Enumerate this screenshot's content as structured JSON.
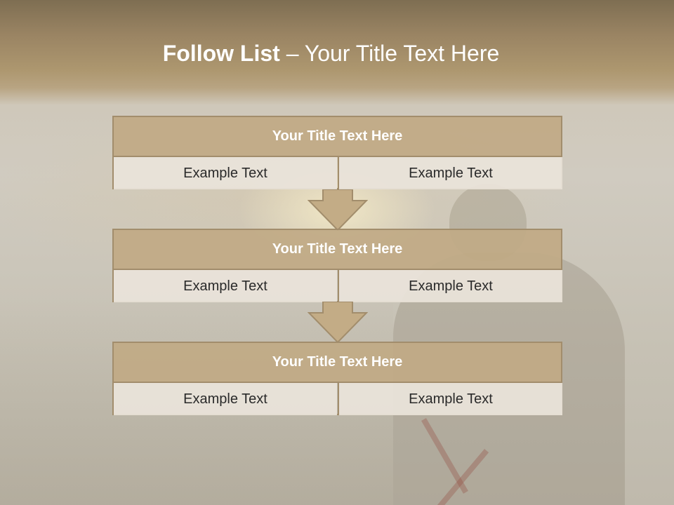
{
  "slide": {
    "title_bold": "Follow List",
    "title_rest": " – Your Title Text Here",
    "blocks": [
      {
        "title": "Your Title Text Here",
        "left_text": "Example Text",
        "right_text": "Example Text"
      },
      {
        "title": "Your Title Text Here",
        "left_text": "Example Text",
        "right_text": "Example Text"
      },
      {
        "title": "Your Title Text Here",
        "left_text": "Example Text",
        "right_text": "Example Text"
      }
    ]
  },
  "colors": {
    "header_fill": "#c1aa85",
    "cell_fill": "#e9e3d9",
    "border": "#a28d6c",
    "arrow_fill": "#c3ac86",
    "title_text": "#ffffff"
  }
}
